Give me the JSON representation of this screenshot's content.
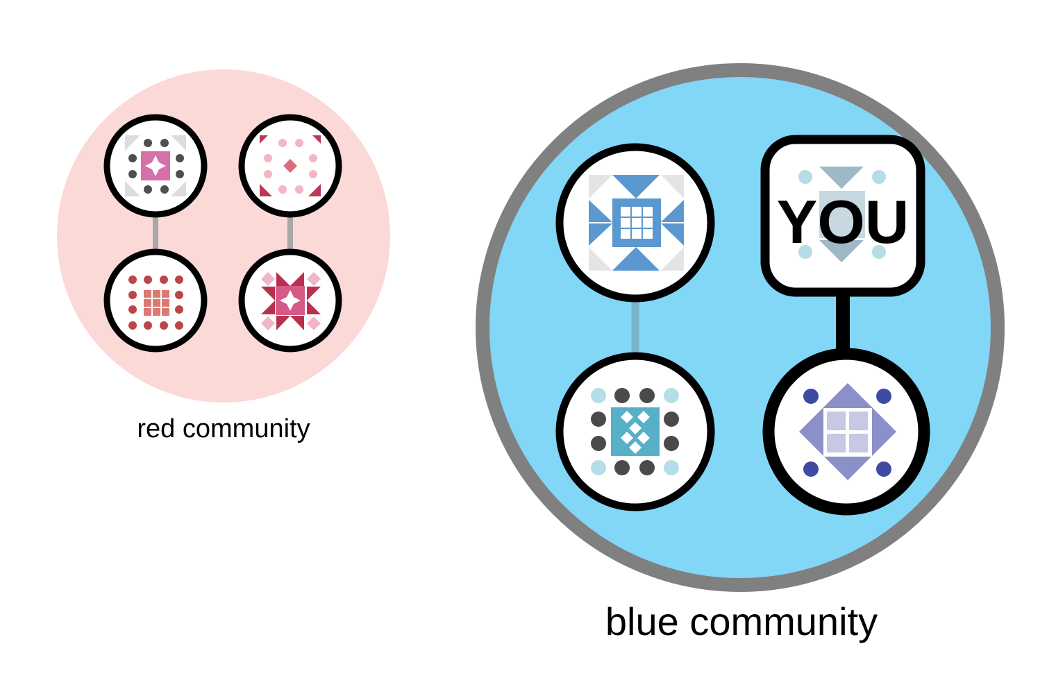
{
  "communities": [
    {
      "id": "red",
      "label": "red community",
      "colors": {
        "background": "#fbd9d7",
        "link": "#a8a8a8"
      },
      "nodes": [
        "quilt-block-grey-pink-star",
        "quilt-block-dotted-diamond",
        "quilt-block-red-dots-grid",
        "quilt-block-magenta-star"
      ]
    },
    {
      "id": "blue",
      "label": "blue community",
      "colors": {
        "background": "#82d6f6",
        "border": "#808080",
        "link": "#7ab3c8"
      },
      "nodes": [
        "quilt-block-blue-pinwheel",
        "quilt-block-you",
        "quilt-block-teal-diamonds",
        "quilt-block-purple-diamond"
      ]
    }
  ],
  "you_label": "YOU",
  "palette": {
    "node_stroke": "#000000",
    "node_fill": "#ffffff",
    "you_link": "#000000"
  }
}
